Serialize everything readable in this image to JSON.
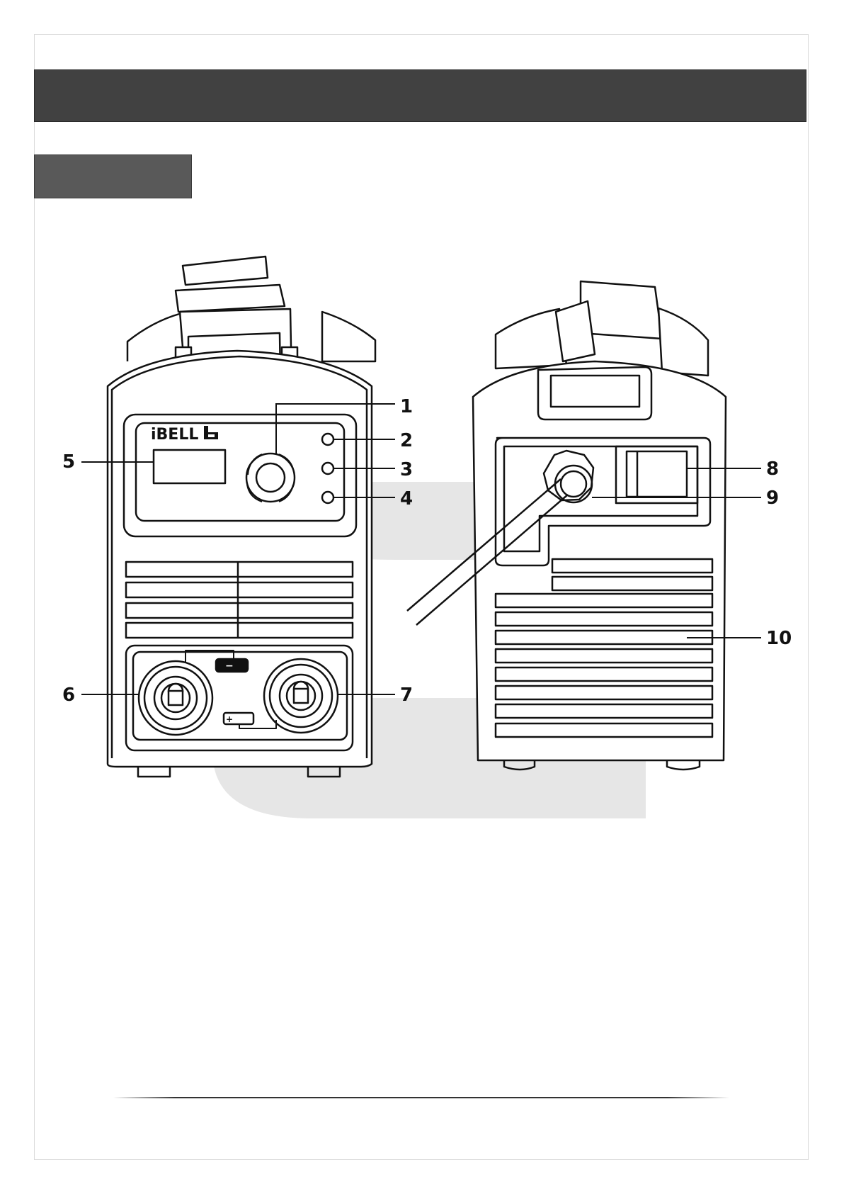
{
  "brand": {
    "logo_text": "iBELL"
  },
  "callouts": [
    {
      "label": "1"
    },
    {
      "label": "2"
    },
    {
      "label": "3"
    },
    {
      "label": "4"
    },
    {
      "label": "5"
    },
    {
      "label": "6"
    },
    {
      "label": "7"
    },
    {
      "label": "8"
    },
    {
      "label": "9"
    },
    {
      "label": "10"
    }
  ],
  "terminals": {
    "negative_symbol": "−",
    "positive_symbol": "+"
  },
  "colors": {
    "header": "#414141",
    "section_tab": "#595959",
    "watermark": "#e6e6e6",
    "line": "#111111"
  }
}
